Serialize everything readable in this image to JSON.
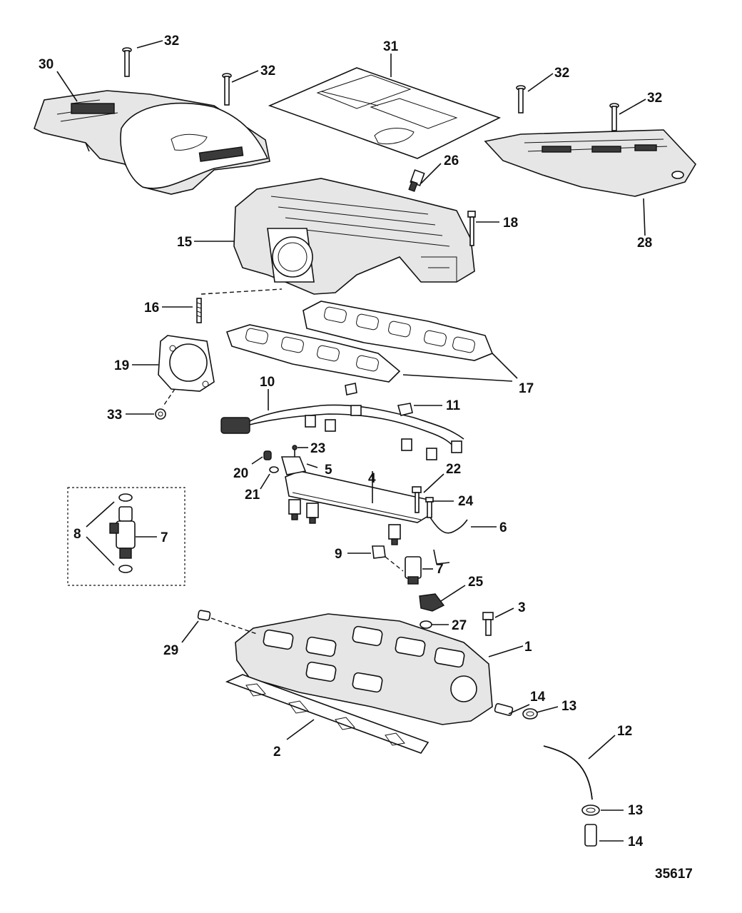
{
  "diagram": {
    "document_number": "35617",
    "callouts": [
      "1",
      "2",
      "3",
      "4",
      "5",
      "6",
      "7",
      "7",
      "8",
      "9",
      "10",
      "11",
      "12",
      "13",
      "13",
      "14",
      "14",
      "15",
      "16",
      "17",
      "18",
      "19",
      "20",
      "21",
      "22",
      "23",
      "24",
      "25",
      "26",
      "27",
      "28",
      "29",
      "30",
      "31",
      "32",
      "32",
      "32",
      "32",
      "33"
    ]
  }
}
